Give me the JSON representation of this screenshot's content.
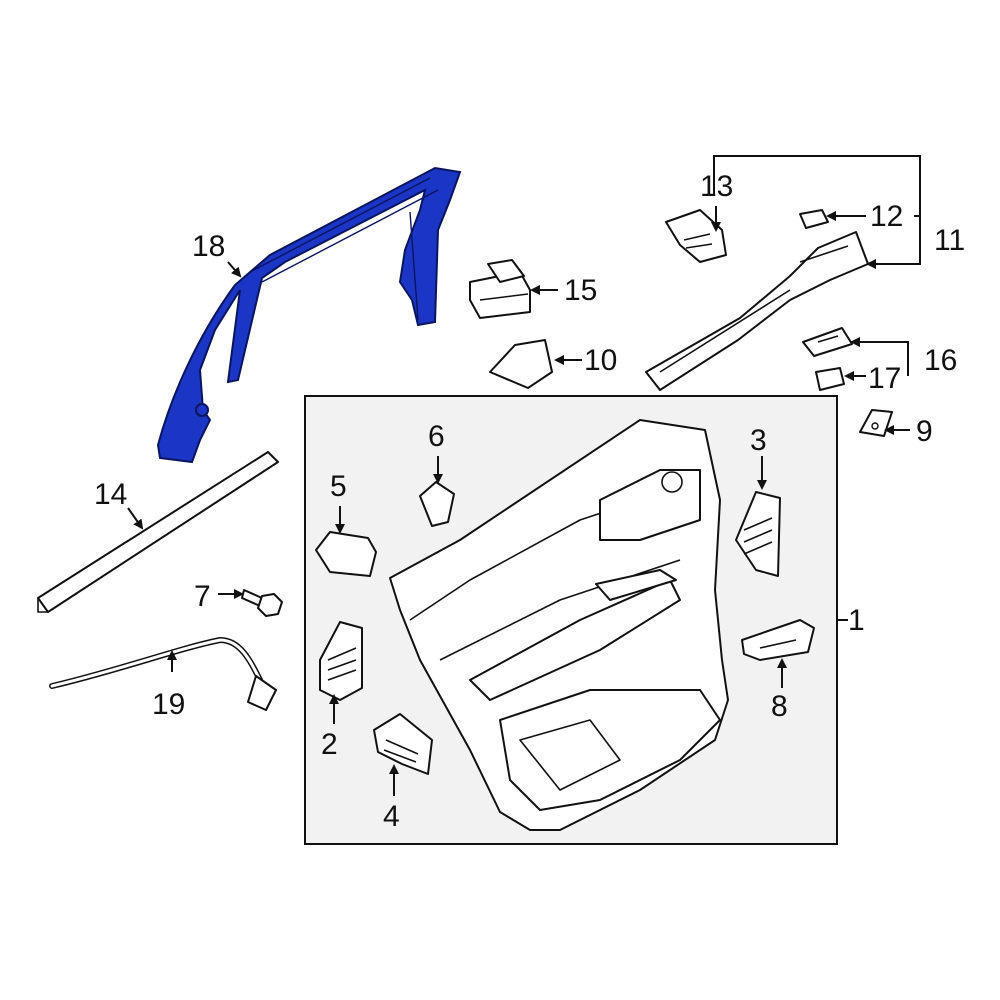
{
  "diagram": {
    "highlight_color": "#1b36c4",
    "line_color": "#111111",
    "panel_fill": "#f2f2f2",
    "callouts": {
      "c1": "1",
      "c2": "2",
      "c3": "3",
      "c4": "4",
      "c5": "5",
      "c6": "6",
      "c7": "7",
      "c8": "8",
      "c9": "9",
      "c10": "10",
      "c11": "11",
      "c12": "12",
      "c13": "13",
      "c14": "14",
      "c15": "15",
      "c16": "16",
      "c17": "17",
      "c18": "18",
      "c19": "19"
    }
  }
}
